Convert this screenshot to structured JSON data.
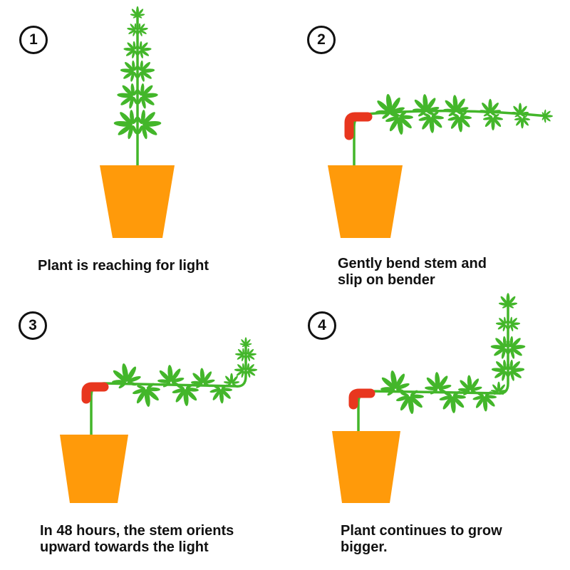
{
  "colors": {
    "pot": "#FF9A0A",
    "leaf": "#43B62A",
    "stem": "#43B62A",
    "bender": "#E8361E",
    "text": "#111111"
  },
  "icons": [
    "cannabis-leaf-icon",
    "flower-pot-icon",
    "stem-bender-icon"
  ],
  "steps": [
    {
      "number": "1",
      "caption": [
        "Plant is reaching for light"
      ]
    },
    {
      "number": "2",
      "caption": [
        "Gently bend stem and",
        "slip on bender"
      ]
    },
    {
      "number": "3",
      "caption": [
        "In 48 hours, the stem orients",
        "upward towards the light"
      ]
    },
    {
      "number": "4",
      "caption": [
        "Plant continues to grow",
        "bigger."
      ]
    }
  ]
}
